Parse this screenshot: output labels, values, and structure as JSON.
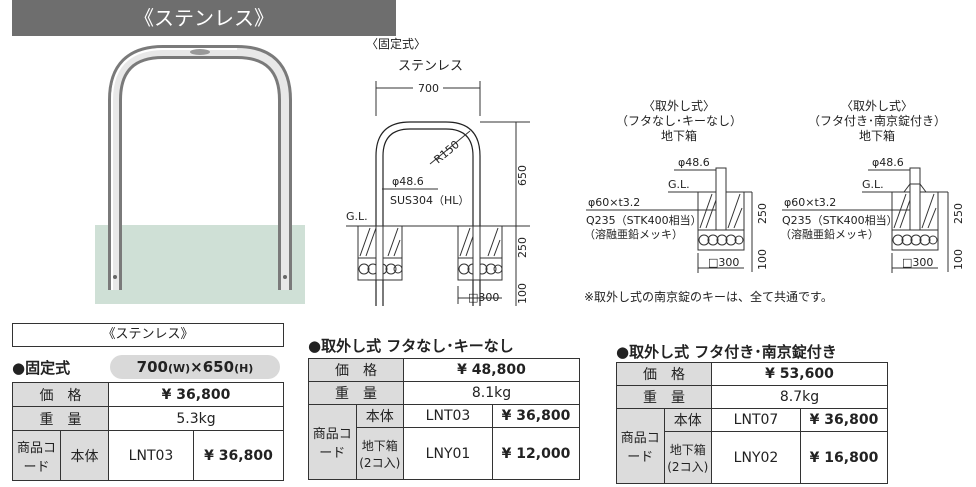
{
  "banner": {
    "title": "《ステンレス》"
  },
  "diagram_fixed": {
    "type_label": "〈固定式〉",
    "material_label": "ステンレス",
    "width_dim": "700",
    "height_dim": "650",
    "radius_label": "R150",
    "pipe_label": "φ48.6",
    "spec_label": "SUS304（HL）",
    "gl_label": "G.L.",
    "depth_dim": "250",
    "base_dim": "□300",
    "base_height_dim": "100"
  },
  "diagram_removable_nolid": {
    "title_line1": "〈取外し式〉",
    "title_line2": "（フタなし･キーなし）",
    "title_line3": "地下箱",
    "pipe_label": "φ48.6",
    "gl_label": "G.L.",
    "sleeve_label": "φ60×t3.2",
    "sleeve_material": "Q235（STK400相当）",
    "sleeve_finish": "（溶融亜鉛メッキ）",
    "depth_dim": "250",
    "base_dim": "□300",
    "base_height_dim": "100"
  },
  "diagram_removable_lid": {
    "title_line1": "〈取外し式〉",
    "title_line2": "（フタ付き･南京錠付き）",
    "title_line3": "地下箱",
    "pipe_label": "φ48.6",
    "gl_label": "G.L.",
    "sleeve_label": "φ60×t3.2",
    "sleeve_material": "Q235（STK400相当）",
    "sleeve_finish": "（溶融亜鉛メッキ）",
    "depth_dim": "250",
    "base_dim": "□300",
    "base_height_dim": "100"
  },
  "note": "※取外し式の南京錠のキーは、全て共通です。",
  "table_fixed": {
    "header": "《ステンレス》",
    "section": "●固定式",
    "size": "700",
    "size_w": "(W)",
    "size_x": "×",
    "size_h_val": "650",
    "size_h": "(H)",
    "price_label": "価　格",
    "price": "¥ 36,800",
    "weight_label": "重　量",
    "weight": "5.3kg",
    "code_label": "商品コード",
    "body_label": "本体",
    "body_code": "LNT03",
    "body_price": "¥ 36,800"
  },
  "table_nolid": {
    "section": "●取外し式 フタなし･キーなし",
    "price_label": "価　格",
    "price": "¥ 48,800",
    "weight_label": "重　量",
    "weight": "8.1kg",
    "code_label": "商品コード",
    "body_label": "本体",
    "body_code": "LNT03",
    "body_price": "¥ 36,800",
    "box_label": "地下箱(2コ入)",
    "box_code": "LNY01",
    "box_price": "¥ 12,000"
  },
  "table_lid": {
    "section": "●取外し式 フタ付き･南京錠付き",
    "price_label": "価　格",
    "price": "¥ 53,600",
    "weight_label": "重　量",
    "weight": "8.7kg",
    "code_label": "商品コード",
    "body_label": "本体",
    "body_code": "LNT07",
    "body_price": "¥ 36,800",
    "box_label": "地下箱(2コ入)",
    "box_code": "LNY02",
    "box_price": "¥ 16,800"
  }
}
